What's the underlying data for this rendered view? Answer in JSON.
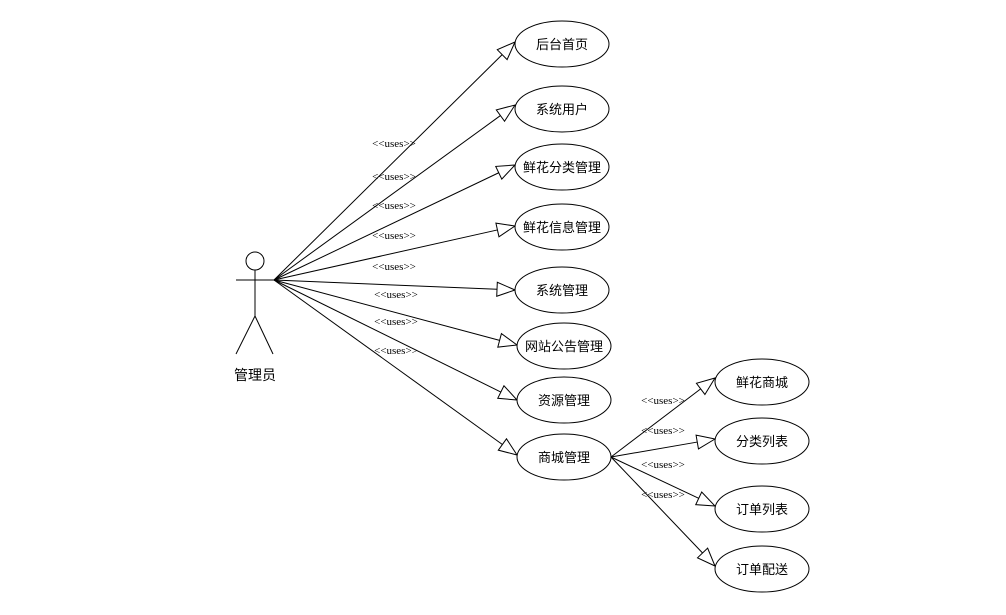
{
  "actor": {
    "label": "管理员"
  },
  "stereotype": "<<uses>>",
  "use_cases": {
    "backend_home": "后台首页",
    "system_users": "系统用户",
    "flower_category_mgmt": "鲜花分类管理",
    "flower_info_mgmt": "鲜花信息管理",
    "system_mgmt": "系统管理",
    "site_notice_mgmt": "网站公告管理",
    "resource_mgmt": "资源管理",
    "mall_mgmt": "商城管理",
    "flower_mall": "鲜花商城",
    "category_list": "分类列表",
    "order_list": "订单列表",
    "order_delivery": "订单配送"
  }
}
